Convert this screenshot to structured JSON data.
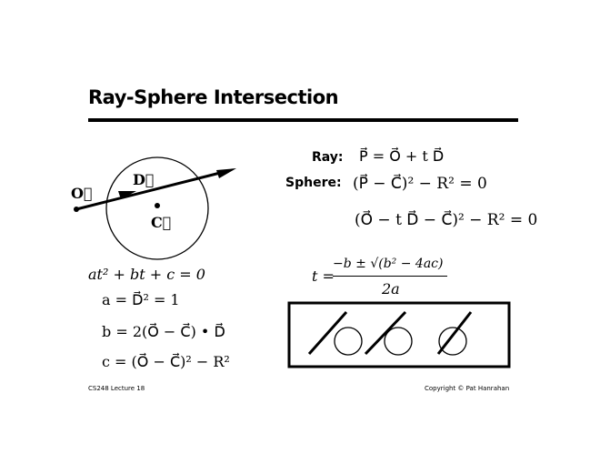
{
  "title": "Ray-Sphere Intersection",
  "diagram": {
    "origin_label": "O⃗",
    "direction_label": "D⃗",
    "center_label": "C⃗"
  },
  "labels": {
    "ray": "Ray:",
    "sphere": "Sphere:"
  },
  "equations": {
    "ray": "P⃗ = O⃗ + t D⃗",
    "sphere": "(P⃗ − C⃗)² − R² = 0",
    "substituted": "(O⃗ − t D⃗ − C⃗)² − R² = 0",
    "quadratic": "at² + bt + c = 0",
    "a": "a = D⃗² = 1",
    "b": "b = 2(O⃗ − C⃗) • D⃗",
    "c": "c = (O⃗ − C⃗)² − R²",
    "t_lhs": "t =",
    "t_num": "−b ± √(b² − 4ac)",
    "t_den": "2a"
  },
  "footer": {
    "left": "CS248 Lecture 18",
    "right": "Copyright © Pat Hanrahan"
  }
}
